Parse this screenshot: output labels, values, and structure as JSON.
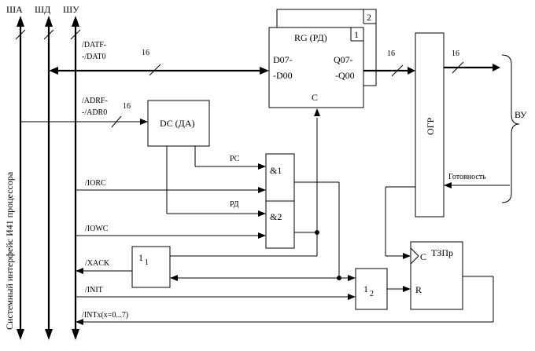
{
  "bus_labels": {
    "sha": "ША",
    "shd": "ШД",
    "shu": "ШУ"
  },
  "vertical_label": "Системный интерфейс И41 процессора",
  "signals": {
    "datf": "/DATF-",
    "dat0": "-/DAT0",
    "adrf": "/ADRF-",
    "adr0": "-/ADR0",
    "iorc": "/IORC",
    "iowc": "/IOWC",
    "xack": "/XACK",
    "init": "/INIT",
    "intx": "/INTx(x=0...7)"
  },
  "bus_widths": {
    "data_in": "16",
    "addr": "16",
    "data_mid": "16",
    "data_out": "16"
  },
  "blocks": {
    "rg2_number": "2",
    "rg_title": "RG (РД)",
    "rg_number": "1",
    "rg_d_top": "D07-",
    "rg_d_bot": "-D00",
    "rg_q_top": "Q07-",
    "rg_q_bot": "-Q00",
    "rg_clock": "C",
    "dc": "DC (ДА)",
    "ogr": "ОГР",
    "and1": "&1",
    "and2": "&2",
    "or1": "1",
    "or1_sub": "1",
    "or2": "1",
    "or2_sub": "2",
    "tzp_title": "ТЗПр",
    "tzp_c": "C",
    "tzp_r": "R"
  },
  "wire_labels": {
    "rc": "РС",
    "rd": "РД",
    "gotovnost": "Готовность",
    "vu": "ВУ"
  }
}
